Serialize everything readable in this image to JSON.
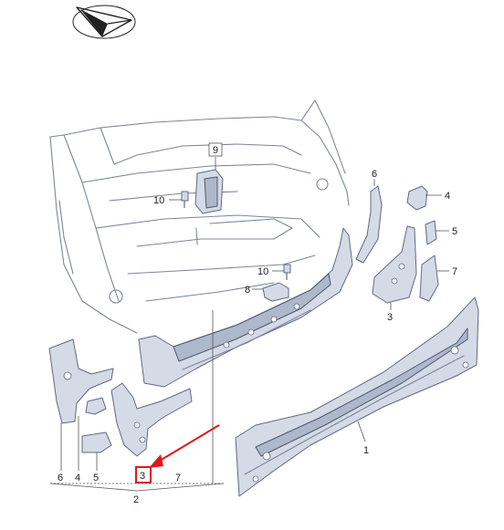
{
  "logo": {
    "icon": "paper-plane-logo"
  },
  "callouts": {
    "c9": "9",
    "c10_upper": "10",
    "c10_lower": "10",
    "c8": "8",
    "c6_right": "6",
    "c4_right": "4",
    "c5_right": "5",
    "c7_right": "7",
    "c3_right": "3",
    "c1": "1",
    "c6_bottom": "6",
    "c4_bottom": "4",
    "c5_bottom": "5",
    "c3_bottom": "3",
    "c7_bottom": "7",
    "c2": "2"
  },
  "highlight": {
    "target": "3",
    "color": "#e0191b"
  },
  "colors": {
    "part_fill": "#d4dae6",
    "part_stroke": "#5f6b82",
    "body_outline": "#7c8699"
  }
}
